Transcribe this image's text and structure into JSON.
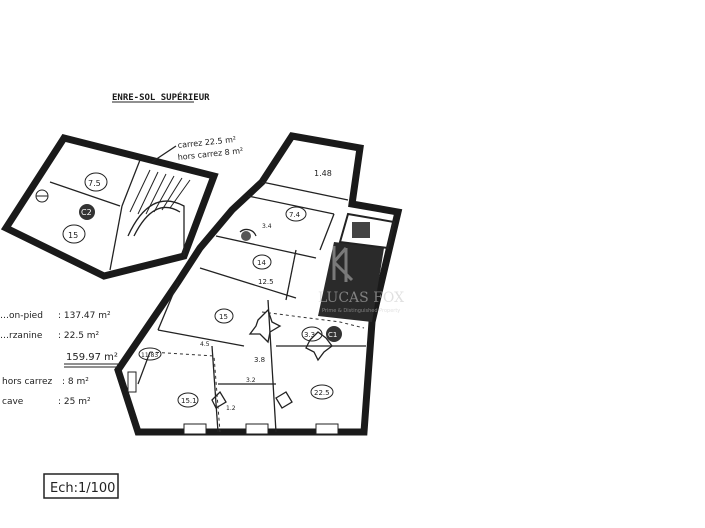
{
  "plan": {
    "title": "ENRE-SOL SUPÉRIEUR",
    "scale_label": "Ech:1/100",
    "carrez_note_1": "carrez 22.5 m²",
    "carrez_note_2": "hors carrez 8 m²",
    "watermark_text": "LUCAS FOX",
    "watermark_sub": "Prime & Distinguished Property",
    "area_summary": [
      {
        "label": "…on-pied",
        "value": ": 137.47 m²"
      },
      {
        "label": "…rzanine",
        "value": ": 22.5 m²"
      },
      {
        "label": "",
        "value": "159.97 m²"
      },
      {
        "label": "hors carrez",
        "value": ": 8 m²"
      },
      {
        "label": "cave",
        "value": ": 25 m²"
      }
    ],
    "room_labels": {
      "left_top": "7.5",
      "left_badge": "C2",
      "left_bottom": "15",
      "room_148": "1.48",
      "room_7": "7.4",
      "room_small": "3.4",
      "room_kitchen": "14",
      "room_hall": "12.5",
      "room_center": "15",
      "room_33": "3.3",
      "room_badge_right": "C1",
      "room_bath": "3.8",
      "room_entry": "4.5",
      "room_1183": "11.83",
      "room_big_right": "22.5",
      "room_sejour": "15.1",
      "room_bottom_mid": "3.2",
      "room_corner": "1.2"
    }
  }
}
